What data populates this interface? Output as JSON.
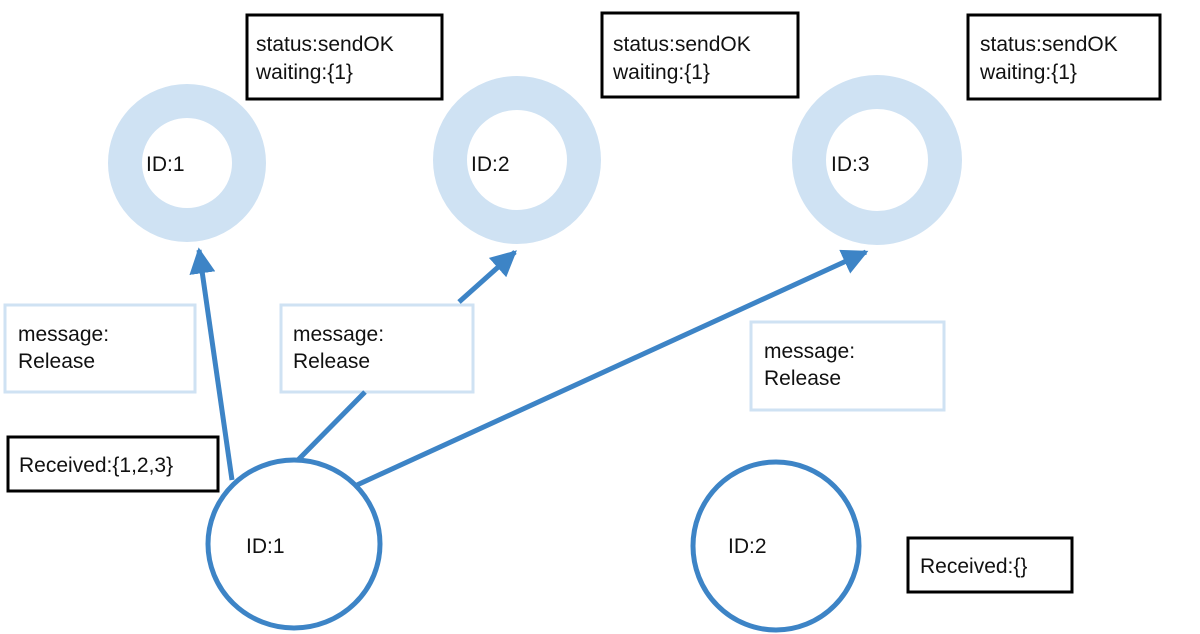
{
  "colors": {
    "accent_blue": "#3d84c6",
    "ring_light_blue": "#cfe2f3",
    "message_border": "#cfe2f3",
    "state_border": "#000000",
    "text": "#111111"
  },
  "top_nodes": [
    {
      "label": "ID:1",
      "status": "status:sendOK",
      "waiting": "waiting:{1}"
    },
    {
      "label": "ID:2",
      "status": "status:sendOK",
      "waiting": "waiting:{1}"
    },
    {
      "label": "ID:3",
      "status": "status:sendOK",
      "waiting": "waiting:{1}"
    }
  ],
  "messages": [
    {
      "line1": "message:",
      "line2": "Release"
    },
    {
      "line1": "message:",
      "line2": "Release"
    },
    {
      "line1": "message:",
      "line2": "Release"
    }
  ],
  "bottom_nodes": [
    {
      "label": "ID:1",
      "received": "Received:{1,2,3}"
    },
    {
      "label": "ID:2",
      "received": "Received:{}"
    }
  ]
}
